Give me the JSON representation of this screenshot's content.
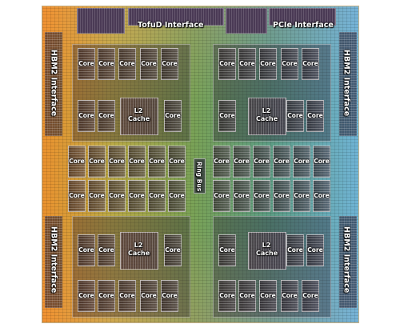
{
  "labels": {
    "tofud": "TofuD Interface",
    "pcie": "PCIe Interface",
    "hbm_tl": "HBM2 Interface",
    "hbm_tr": "HBM2 Interface",
    "hbm_bl": "HBM2 Interface",
    "hbm_br": "HBM2 Interface",
    "ring_bus": "Ring Bus",
    "core": "Core",
    "l2": "L2",
    "cache": "Cache"
  }
}
